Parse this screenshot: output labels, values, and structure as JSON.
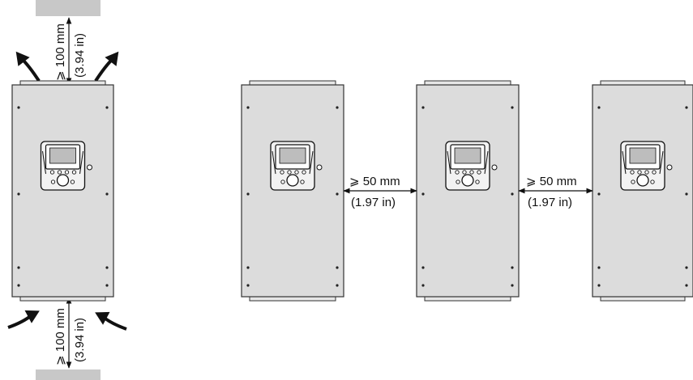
{
  "colors": {
    "panel_fill": "#dcdcdc",
    "panel_stroke": "#333333",
    "shade": "#c8c8c8",
    "ink": "#111111"
  },
  "labels": {
    "top_clearance_mm": "⩾ 100 mm",
    "top_clearance_in": "(3.94 in)",
    "bottom_clearance_mm": "⩾ 100 mm",
    "bottom_clearance_in": "(3.94 in)",
    "side_gap_1_mm": "⩾ 50 mm",
    "side_gap_1_in": "(1.97 in)",
    "side_gap_2_mm": "⩾ 50 mm",
    "side_gap_2_in": "(1.97 in)"
  },
  "icons": [
    "airflow-arrow-icon",
    "dimension-arrow-icon",
    "keypad-icon",
    "screw-icon"
  ]
}
